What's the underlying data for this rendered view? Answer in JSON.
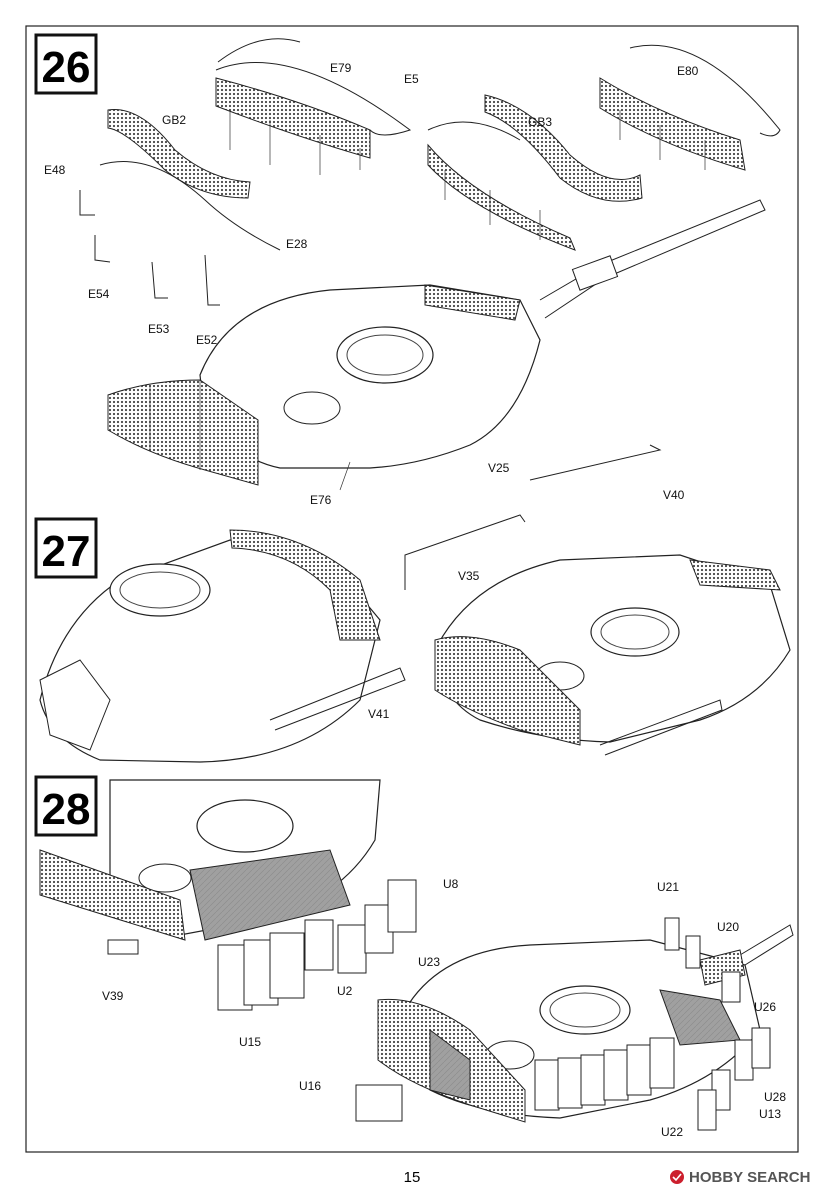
{
  "steps": {
    "s26": "26",
    "s27": "27",
    "s28": "28"
  },
  "page_number": "15",
  "watermark": {
    "brand": "HOBBY SEARCH"
  },
  "parts": {
    "E79": "E79",
    "E5": "E5",
    "GB2": "GB2",
    "E48": "E48",
    "E28": "E28",
    "E54": "E54",
    "E53": "E53",
    "E52": "E52",
    "GB3": "GB3",
    "E80": "E80",
    "E76": "E76",
    "V25": "V25",
    "V40": "V40",
    "V35": "V35",
    "V41": "V41",
    "U8": "U8",
    "U23": "U23",
    "U2": "U2",
    "V39": "V39",
    "U15": "U15",
    "U21": "U21",
    "U20": "U20",
    "U26": "U26",
    "U28": "U28",
    "U13": "U13",
    "U16": "U16",
    "U22": "U22"
  },
  "colors": {
    "ink": "#1a1a1a",
    "panel_gray": "#9a9a9a",
    "mesh": "#555555",
    "brand_red": "#cc1f2d"
  }
}
